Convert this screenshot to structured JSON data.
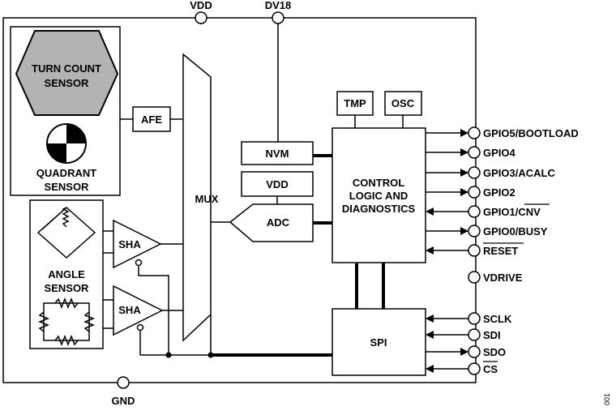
{
  "supply_pins": {
    "vdd": "VDD",
    "dv18": "DV18",
    "gnd": "GND"
  },
  "sensors": {
    "turn_count": [
      "TURN COUNT",
      "SENSOR"
    ],
    "quadrant": [
      "QUADRANT",
      "SENSOR"
    ],
    "angle": [
      "ANGLE",
      "SENSOR"
    ]
  },
  "blocks": {
    "afe": "AFE",
    "mux": "MUX",
    "nvm": "NVM",
    "vdd_box": "VDD",
    "adc": "ADC",
    "sha": "SHA",
    "tmp": "TMP",
    "osc": "OSC",
    "control": [
      "CONTROL",
      "LOGIC AND",
      "DIAGNOSTICS"
    ],
    "spi": "SPI"
  },
  "right_pins": [
    {
      "name": "GPIO5/BOOTLOAD",
      "dir": "out"
    },
    {
      "name": "GPIO4",
      "dir": "out"
    },
    {
      "name": "GPIO3/ACALC",
      "dir": "out"
    },
    {
      "name": "GPIO2",
      "dir": "out"
    },
    {
      "name": "GPIO1/CNV",
      "dir": "in",
      "overline": "CNV"
    },
    {
      "name": "GPIO0/BUSY",
      "dir": "out"
    },
    {
      "name": "RESET",
      "dir": "in",
      "overline": "RESET"
    },
    {
      "name": "VDRIVE",
      "dir": "none"
    },
    {
      "name": "SCLK",
      "dir": "in"
    },
    {
      "name": "SDI",
      "dir": "in"
    },
    {
      "name": "SDO",
      "dir": "out"
    },
    {
      "name": "CS",
      "dir": "in",
      "overline": "CS"
    }
  ],
  "figure_id": "001"
}
